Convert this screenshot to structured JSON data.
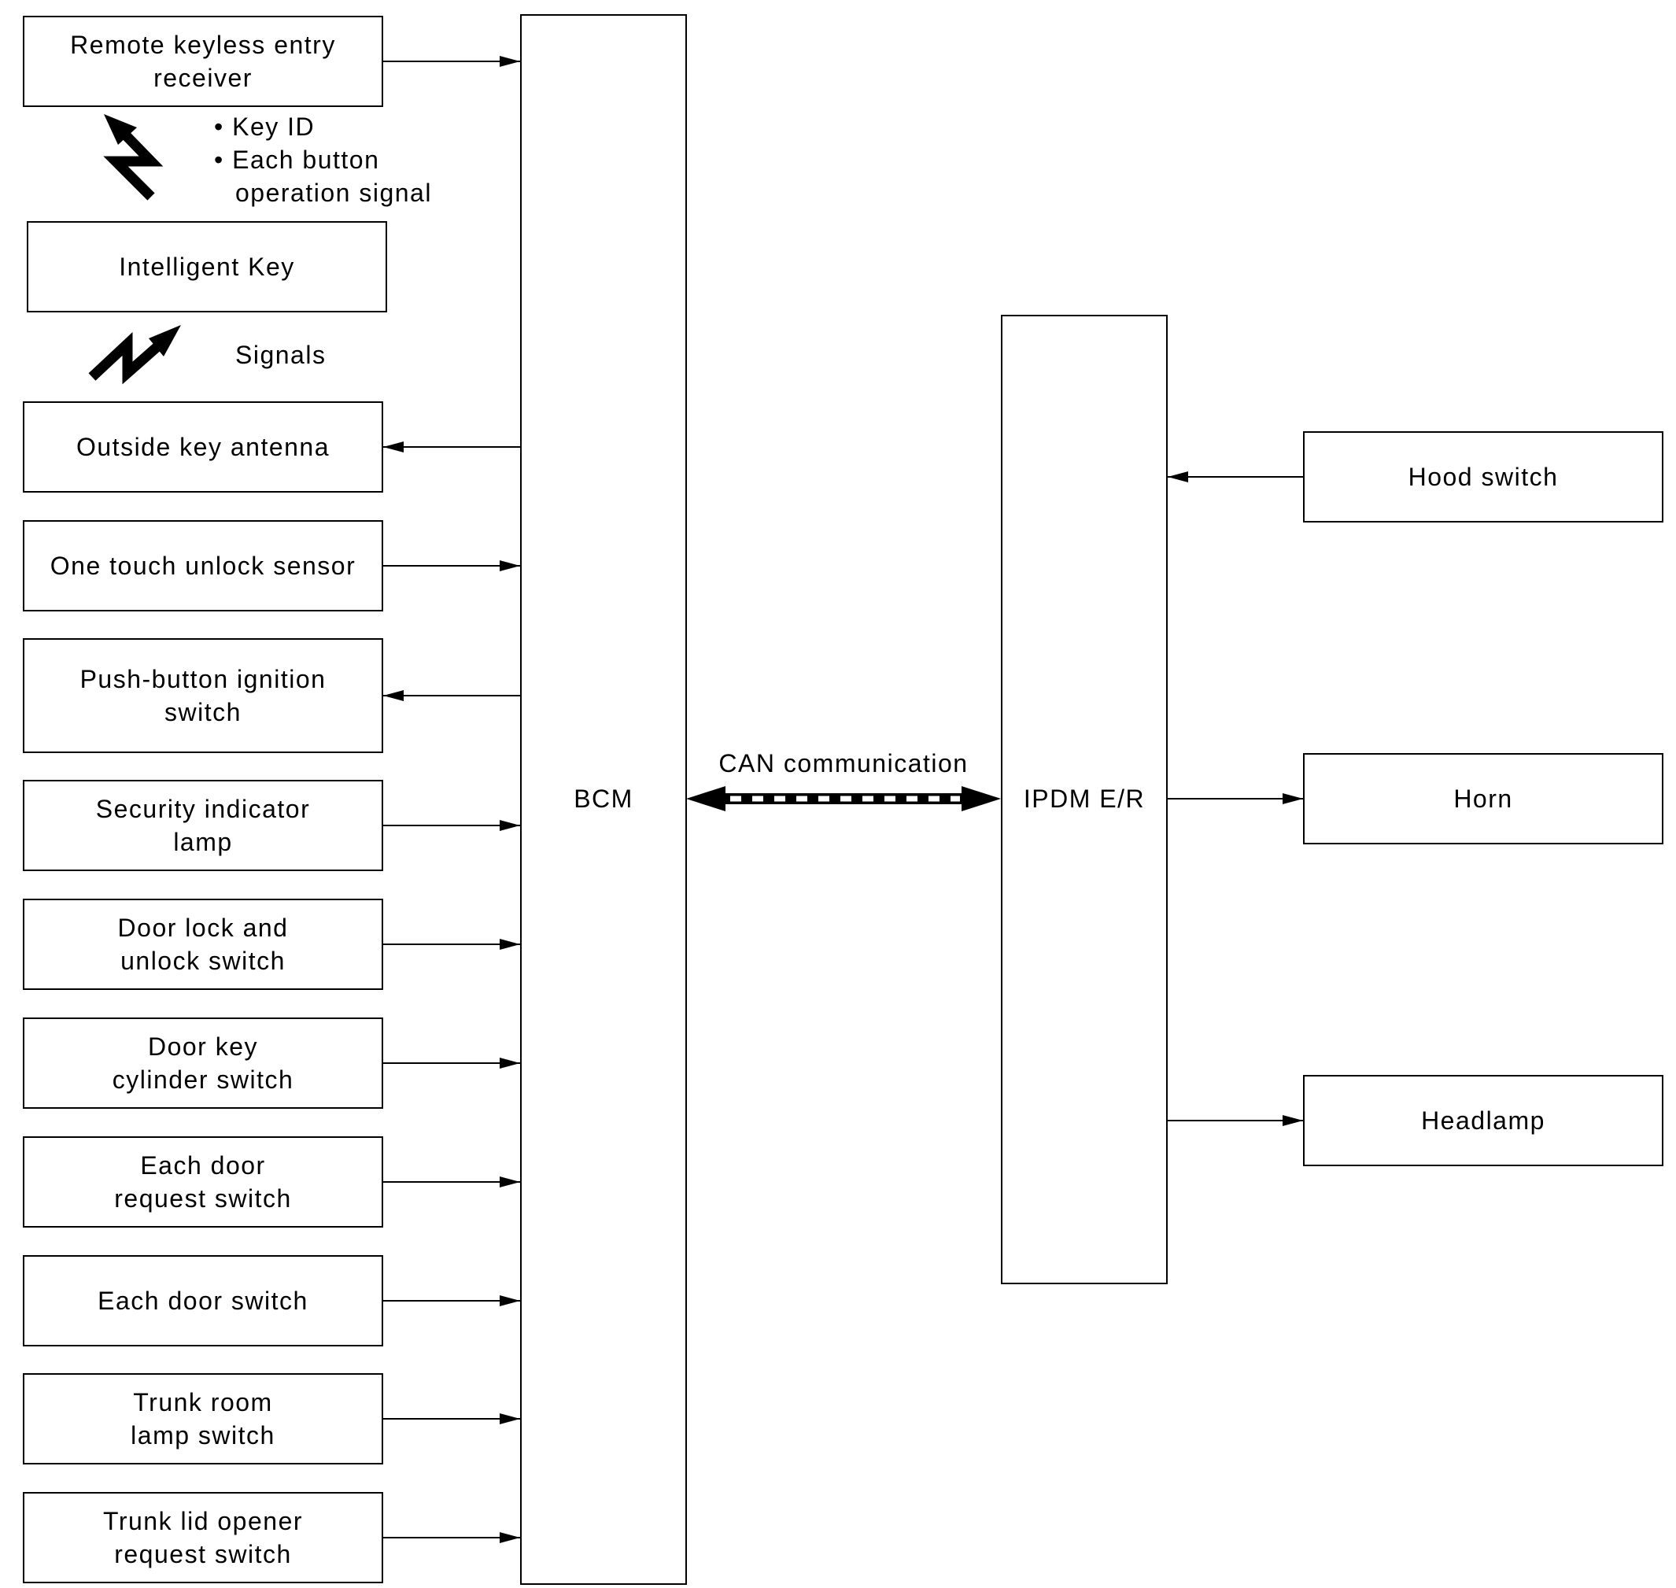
{
  "diagram": {
    "left_components": [
      {
        "lines": [
          "Remote keyless entry",
          "receiver"
        ],
        "direction": "to-bcm"
      },
      {
        "lines": [
          "Intelligent Key"
        ],
        "direction": "none"
      },
      {
        "lines": [
          "Outside key antenna"
        ],
        "direction": "from-bcm"
      },
      {
        "lines": [
          "One touch unlock sensor"
        ],
        "direction": "to-bcm"
      },
      {
        "lines": [
          "Push-button ignition",
          "switch"
        ],
        "direction": "from-bcm"
      },
      {
        "lines": [
          "Security indicator",
          "lamp"
        ],
        "direction": "to-bcm"
      },
      {
        "lines": [
          "Door lock and",
          "unlock switch"
        ],
        "direction": "to-bcm"
      },
      {
        "lines": [
          "Door key",
          "cylinder switch"
        ],
        "direction": "to-bcm"
      },
      {
        "lines": [
          "Each door",
          "request switch"
        ],
        "direction": "to-bcm"
      },
      {
        "lines": [
          "Each door switch"
        ],
        "direction": "to-bcm"
      },
      {
        "lines": [
          "Trunk room",
          "lamp switch"
        ],
        "direction": "to-bcm"
      },
      {
        "lines": [
          "Trunk lid opener",
          "request switch"
        ],
        "direction": "to-bcm"
      }
    ],
    "key_signal_notes": {
      "bullets": [
        "Key ID",
        "Each button",
        "operation signal"
      ],
      "signals_label": "Signals"
    },
    "bcm": {
      "label": "BCM"
    },
    "can": {
      "label": "CAN communication"
    },
    "ipdm": {
      "label": "IPDM E/R"
    },
    "right_components": [
      {
        "lines": [
          "Hood switch"
        ],
        "direction": "to-ipdm"
      },
      {
        "lines": [
          "Horn"
        ],
        "direction": "from-ipdm"
      },
      {
        "lines": [
          "Headlamp"
        ],
        "direction": "from-ipdm"
      }
    ],
    "colors": {
      "line": "#000000",
      "background": "#ffffff"
    }
  }
}
